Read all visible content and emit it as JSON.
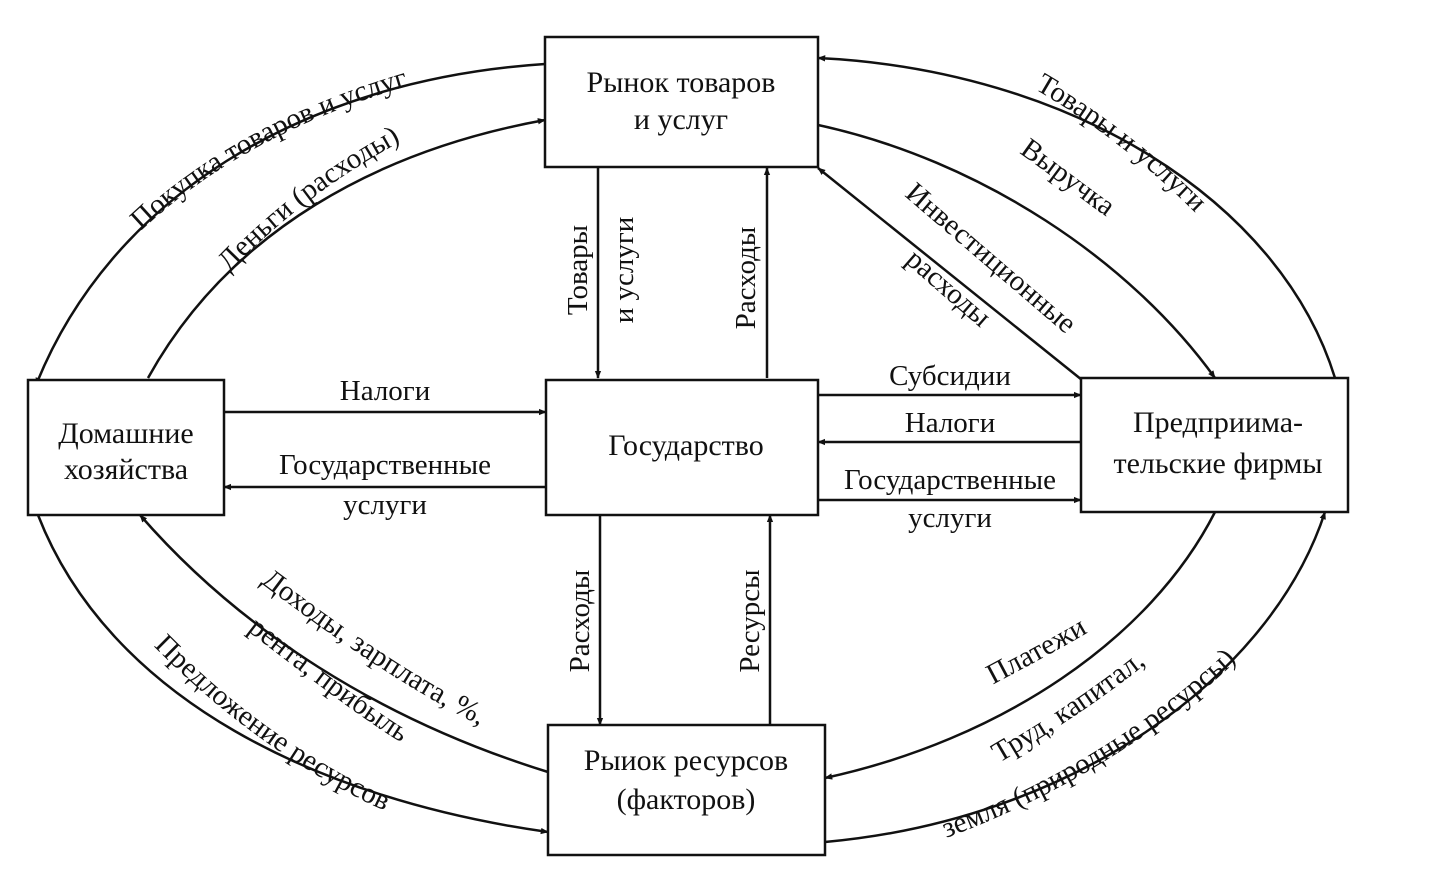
{
  "colors": {
    "line": "#111111",
    "background": "#ffffff"
  },
  "nodes": {
    "goods_market": {
      "line1": "Рынок товаров",
      "line2": "и услуг"
    },
    "households": {
      "line1": "Домашние",
      "line2": "хозяйства"
    },
    "state": {
      "label": "Государство"
    },
    "firms": {
      "line1": "Предприима-",
      "line2": "тельские фирмы"
    },
    "resource_market": {
      "line1": "Рыиок ресурсов",
      "line2": "(факторов)"
    }
  },
  "flows": {
    "purchase_goods": "Покупка товаров и услуг",
    "money_expenses": "Деньги (расходы)",
    "goods_and_services": "Товары и услуги",
    "revenue": "Выручка",
    "investment_1": "Инвестиционные",
    "investment_2": "расходы",
    "gov_goods_1": "Товары",
    "gov_goods_2": "и услуги",
    "gov_expenses_top": "Расходы",
    "hh_taxes": "Налоги",
    "hh_services_1": "Государственные",
    "hh_services_2": "услуги",
    "subsidies": "Субсидии",
    "firm_taxes": "Налоги",
    "firm_services_1": "Государственные",
    "firm_services_2": "услуги",
    "gov_expenses_bottom": "Расходы",
    "gov_resources": "Ресурсы",
    "income_1": "Доходы, зарплата, %,",
    "income_2": "рента, прибыль",
    "supply_resources": "Предложение ресурсов",
    "payments": "Платежи",
    "labor_1": "Труд, капитал,",
    "labor_2": "земля (природные ресурсы)"
  }
}
